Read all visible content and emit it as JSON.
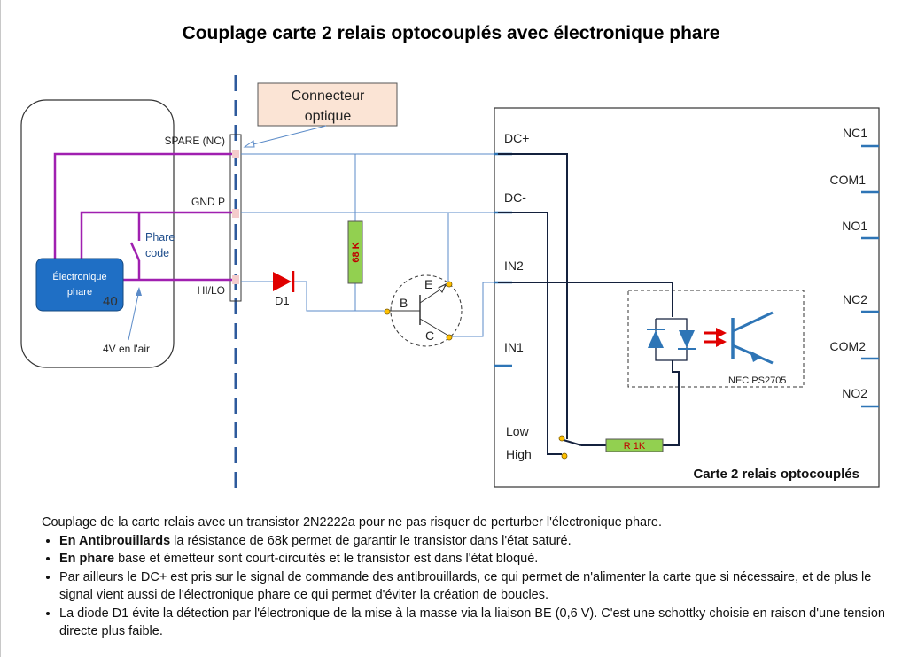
{
  "title": "Couplage carte 2 relais optocouplés avec électronique phare",
  "labels": {
    "connecteur_l1": "Connecteur",
    "connecteur_l2": "optique",
    "spare": "SPARE (NC)",
    "gnd": "GND P",
    "hilo": "HI/LO",
    "phare_l1": "Phare",
    "phare_l2": "code",
    "elec_l1": "Électronique",
    "elec_l2": "phare",
    "num40": "40",
    "air": "4V en l'air",
    "d1": "D1",
    "r68": "68 K",
    "b": "B",
    "e": "E",
    "c": "C",
    "dcplus": "DC+",
    "dcminus": "DC-",
    "in2": "IN2",
    "in1": "IN1",
    "low": "Low",
    "high": "High",
    "r1k": "R 1K",
    "nec": "NEC PS2705",
    "carte": "Carte 2 relais optocouplés",
    "nc1": "NC1",
    "com1": "COM1",
    "no1": "NO1",
    "nc2": "NC2",
    "com2": "COM2",
    "no2": "NO2"
  },
  "colors": {
    "purple": "#A020B0",
    "blue_wire": "#5B8BC8",
    "dark_wire": "#14213d",
    "dashed_line": "#2E5A9C",
    "connector_box": "#FBE4D5",
    "elec_box": "#1F6FC5",
    "resistor": "#92D050",
    "resistor_text": "#C00000",
    "diode": "#E00000",
    "led": "#2E75B6",
    "arrow_red": "#E00000",
    "terminal_dot": "#FFC000",
    "relay_mark": "#2E75B6"
  },
  "notes": {
    "intro": "Couplage de la carte relais avec un transistor 2N2222a pour ne pas risquer de perturber l'électronique phare.",
    "b1_bold": "En Antibrouillards",
    "b1_text": " la résistance de 68k permet de garantir le transistor dans l'état saturé.",
    "b2_bold": "En phare",
    "b2_text": " base et émetteur sont court-circuités et le transistor est dans l'état bloqué.",
    "b3_text": "Par ailleurs le DC+ est pris sur le signal de commande des antibrouillards, ce qui permet de n'alimenter la carte que si nécessaire, et de plus le signal vient aussi de l'électronique phare ce qui permet d'éviter la création de boucles.",
    "b4_text": "La diode D1 évite la détection par l'électronique de la mise à la masse via la liaison BE (0,6 V). C'est une schottky choisie en raison d'une tension directe plus faible."
  }
}
